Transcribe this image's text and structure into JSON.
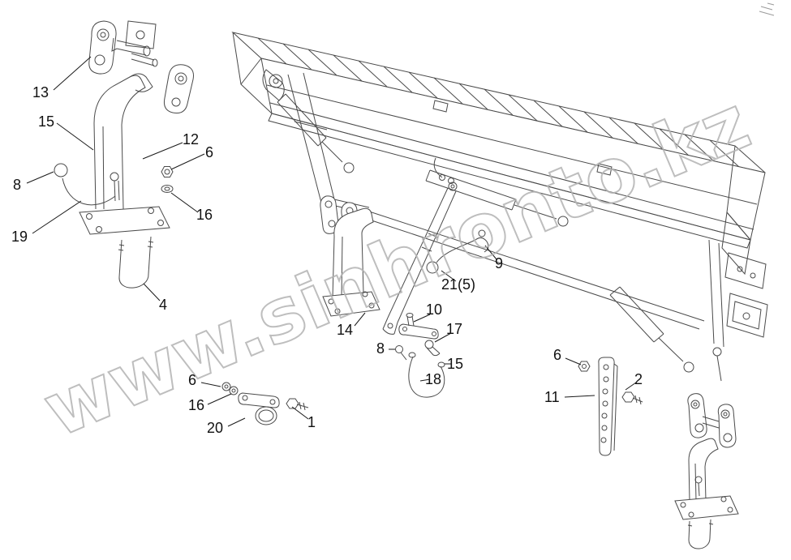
{
  "watermark": {
    "text": "www.sinhronto.kz"
  },
  "colors": {
    "line": "#4a4a4a",
    "leader": "#1a1a1a",
    "watermark": "#b3b3b3",
    "label_text": "#111111",
    "background": "#ffffff"
  },
  "labels": [
    {
      "text": "13"
    },
    {
      "text": "15"
    },
    {
      "text": "8"
    },
    {
      "text": "19"
    },
    {
      "text": "12"
    },
    {
      "text": "6"
    },
    {
      "text": "16"
    },
    {
      "text": "4"
    },
    {
      "text": "14"
    },
    {
      "text": "10"
    },
    {
      "text": "17"
    },
    {
      "text": "8"
    },
    {
      "text": "15"
    },
    {
      "text": "18"
    },
    {
      "text": "21(5)"
    },
    {
      "text": "9"
    },
    {
      "text": "6"
    },
    {
      "text": "16"
    },
    {
      "text": "20"
    },
    {
      "text": "1"
    },
    {
      "text": "6"
    },
    {
      "text": "11"
    },
    {
      "text": "2"
    }
  ]
}
